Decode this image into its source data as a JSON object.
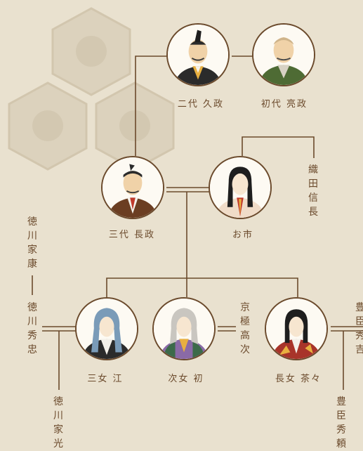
{
  "people": {
    "hisamasa": "二代 久政",
    "sukemasa": "初代 亮政",
    "nagamasa": "三代 長政",
    "oichi": "お市",
    "go": "三女 江",
    "hatsu": "次女 初",
    "chacha": "長女 茶々"
  },
  "side_names": {
    "oda_nobunaga": "織田信長",
    "tokugawa_ieyasu": "徳川家康",
    "tokugawa_hidetada": "徳川秀忠",
    "kyogoku_takatsugu": "京極高次",
    "toyotomi_hideyoshi": "豊臣秀吉",
    "toyotomi_hideyori": "豊臣秀頼",
    "tokugawa_iemitsu": "徳川家光"
  },
  "colors": {
    "line": "#6b4a2c",
    "background": "#e9e1cf"
  }
}
